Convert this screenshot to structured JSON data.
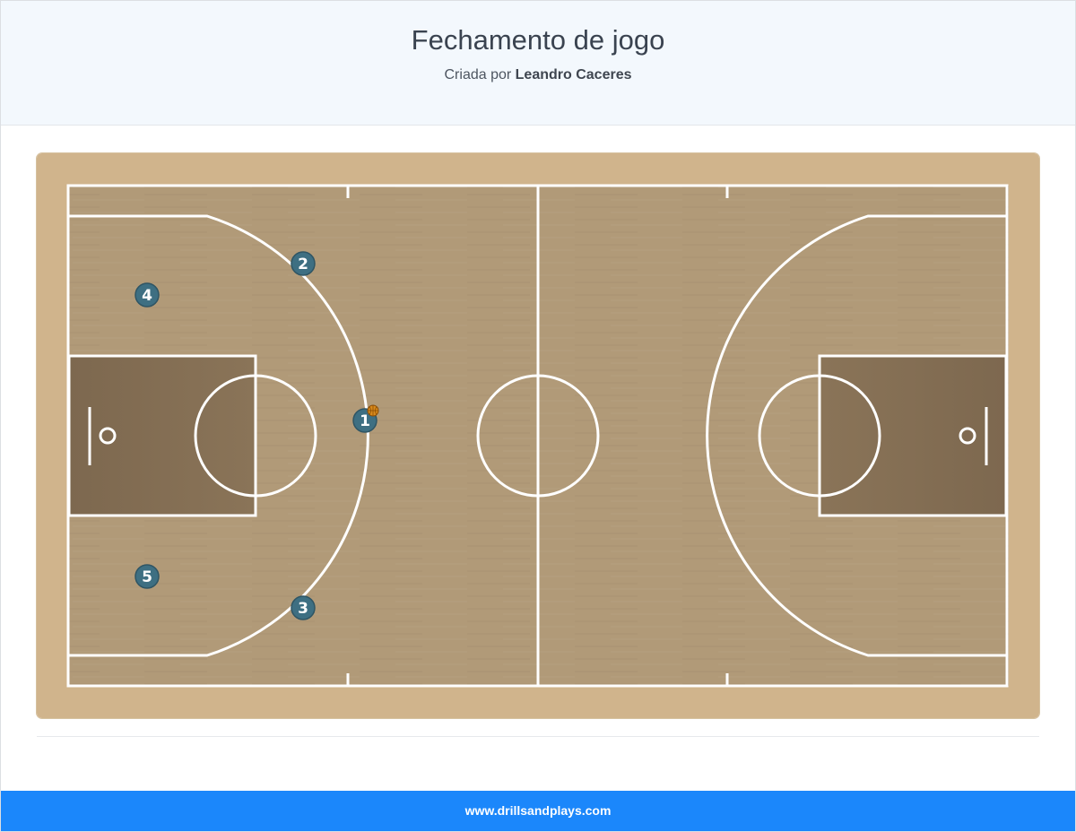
{
  "header": {
    "title": "Fechamento de jogo",
    "byline_prefix": "Criada por",
    "author": "Leandro Caceres"
  },
  "court": {
    "colors": {
      "outer_wood": "#d0b48c",
      "floor": "#b19a78",
      "paint": "#826c52",
      "lines": "#ffffff",
      "player_fill": "#3e6f82",
      "ball": "#d98a1c"
    },
    "players": [
      {
        "label": "1",
        "has_ball": true
      },
      {
        "label": "2",
        "has_ball": false
      },
      {
        "label": "3",
        "has_ball": false
      },
      {
        "label": "4",
        "has_ball": false
      },
      {
        "label": "5",
        "has_ball": false
      }
    ]
  },
  "footer": {
    "link_text": "www.drillsandplays.com"
  }
}
